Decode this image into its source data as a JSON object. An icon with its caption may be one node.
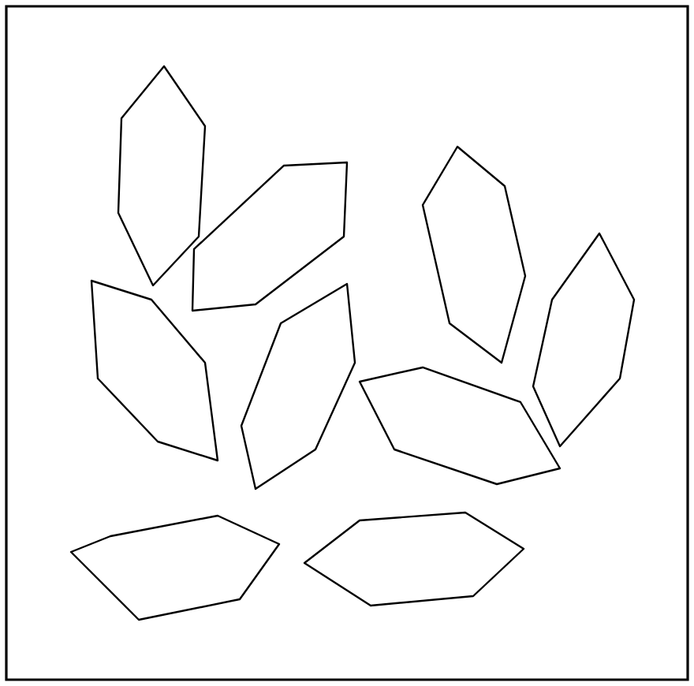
{
  "diagram": {
    "nodes": [
      {
        "text": [],
        "shape": "hexagon"
      },
      {
        "text": [],
        "shape": "hexagon"
      },
      {
        "text": [],
        "shape": "hexagon"
      },
      {
        "text": [],
        "shape": "hexagon"
      },
      {
        "text": [],
        "shape": "hexagon"
      },
      {
        "text": [],
        "shape": "hexagon"
      },
      {
        "text": [],
        "shape": "hexagon"
      },
      {
        "text": [],
        "shape": "hexagon"
      },
      {
        "text": [],
        "shape": "hexagon"
      }
    ]
  }
}
